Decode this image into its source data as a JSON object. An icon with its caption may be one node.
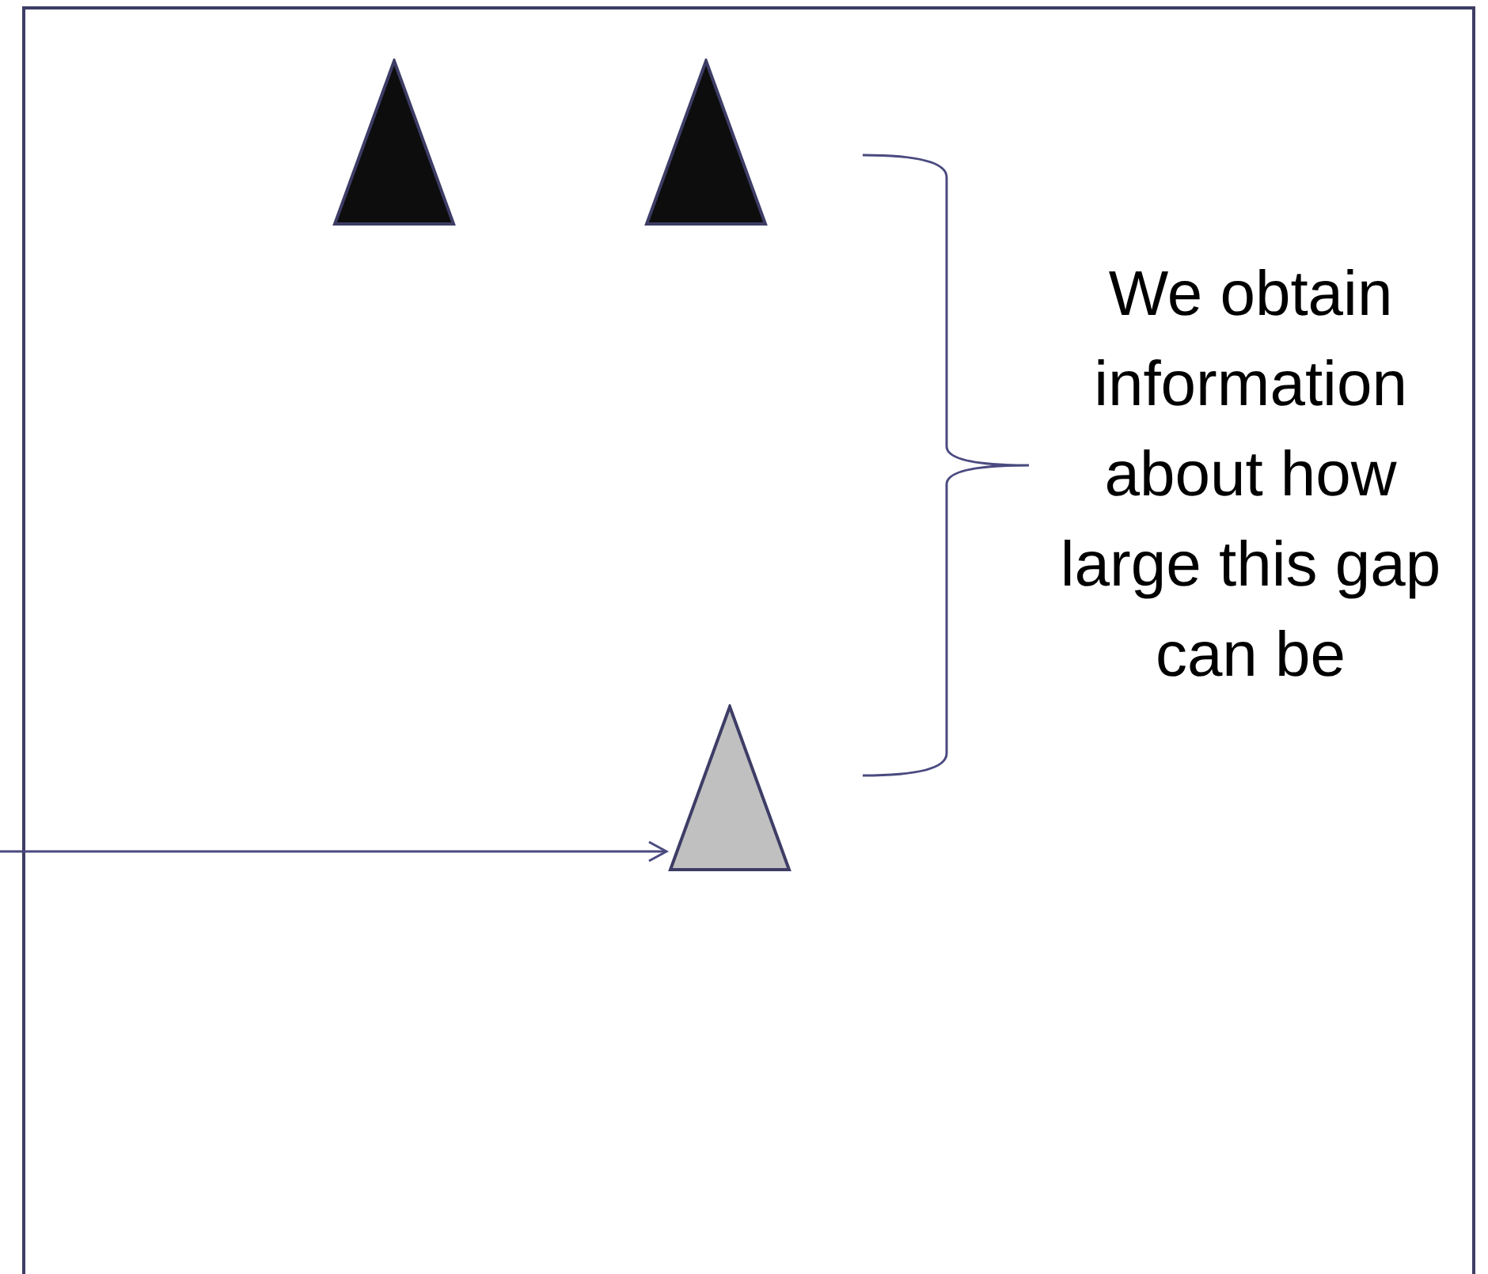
{
  "diagram": {
    "nodes": [
      {
        "text": [],
        "shape": "triangle"
      },
      {
        "text": [],
        "shape": "triangle"
      },
      {
        "text": [],
        "shape": "triangle"
      }
    ],
    "edges": [
      {
        "from": null,
        "to": 2,
        "arrow": "to"
      }
    ],
    "labels": [
      "We obtain information about how large this gap can be"
    ]
  }
}
